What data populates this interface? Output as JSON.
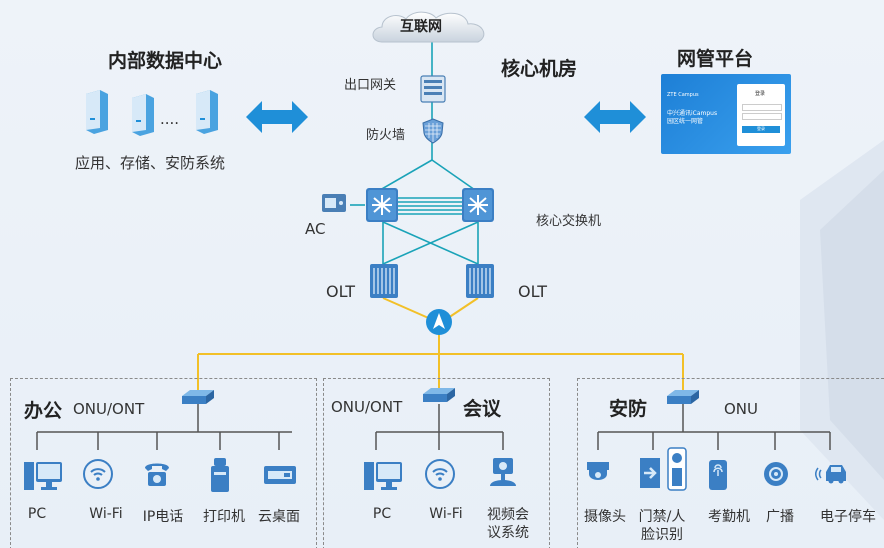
{
  "internet": {
    "label": "互联网"
  },
  "datacenter": {
    "title": "内部数据中心",
    "dots": "....",
    "caption": "应用、存储、安防系统"
  },
  "core": {
    "title": "核心机房",
    "gateway": "出口网关",
    "firewall": "防火墙",
    "ac": "AC",
    "core_switch": "核心交换机",
    "olt_left": "OLT",
    "olt_right": "OLT"
  },
  "nms": {
    "title": "网管平台",
    "screen": {
      "brand": "ZTE Campus",
      "headline1": "中兴通讯iCampus",
      "headline2": "园区统一网管",
      "login_title": "登录",
      "login_button": "登录"
    }
  },
  "zones": {
    "office": {
      "title": "办公",
      "onu": "ONU/ONT",
      "devices": [
        {
          "label": "PC",
          "icon": "pc-icon"
        },
        {
          "label": "Wi-Fi",
          "icon": "wifi-icon"
        },
        {
          "label": "IP电话",
          "icon": "phone-icon"
        },
        {
          "label": "打印机",
          "icon": "printer-icon"
        },
        {
          "label": "云桌面",
          "icon": "cloud-desktop-icon"
        }
      ]
    },
    "meeting": {
      "title": "会议",
      "onu": "ONU/ONT",
      "devices": [
        {
          "label": "PC",
          "icon": "pc-icon"
        },
        {
          "label": "Wi-Fi",
          "icon": "wifi-icon"
        },
        {
          "label": "视频会",
          "label2": "议系统",
          "icon": "video-conference-icon"
        }
      ]
    },
    "security": {
      "title": "安防",
      "onu": "ONU",
      "devices": [
        {
          "label": "摄像头",
          "icon": "camera-icon"
        },
        {
          "label": "门禁/人",
          "label2": "脸识别",
          "icon": "access-control-icon"
        },
        {
          "label": "考勤机",
          "icon": "attendance-icon"
        },
        {
          "label": "广播",
          "icon": "broadcast-icon"
        },
        {
          "label": "电子停车",
          "icon": "parking-icon"
        }
      ]
    }
  },
  "colors": {
    "primary": "#1f8fd8",
    "line": "#1aa3b8",
    "pon": "#f2c028",
    "dash": "#8a8a8a"
  }
}
